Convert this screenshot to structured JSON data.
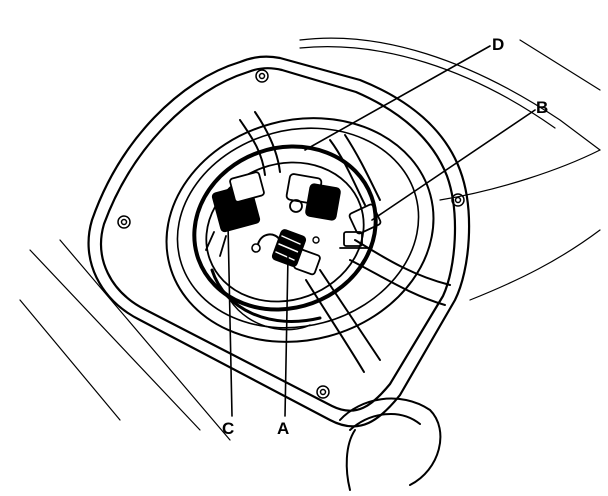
{
  "diagram": {
    "callouts": {
      "a": "A",
      "b": "B",
      "c": "C",
      "d": "D"
    },
    "corner_mark": "",
    "colors": {
      "ink": "#000000",
      "paper": "#ffffff"
    }
  }
}
